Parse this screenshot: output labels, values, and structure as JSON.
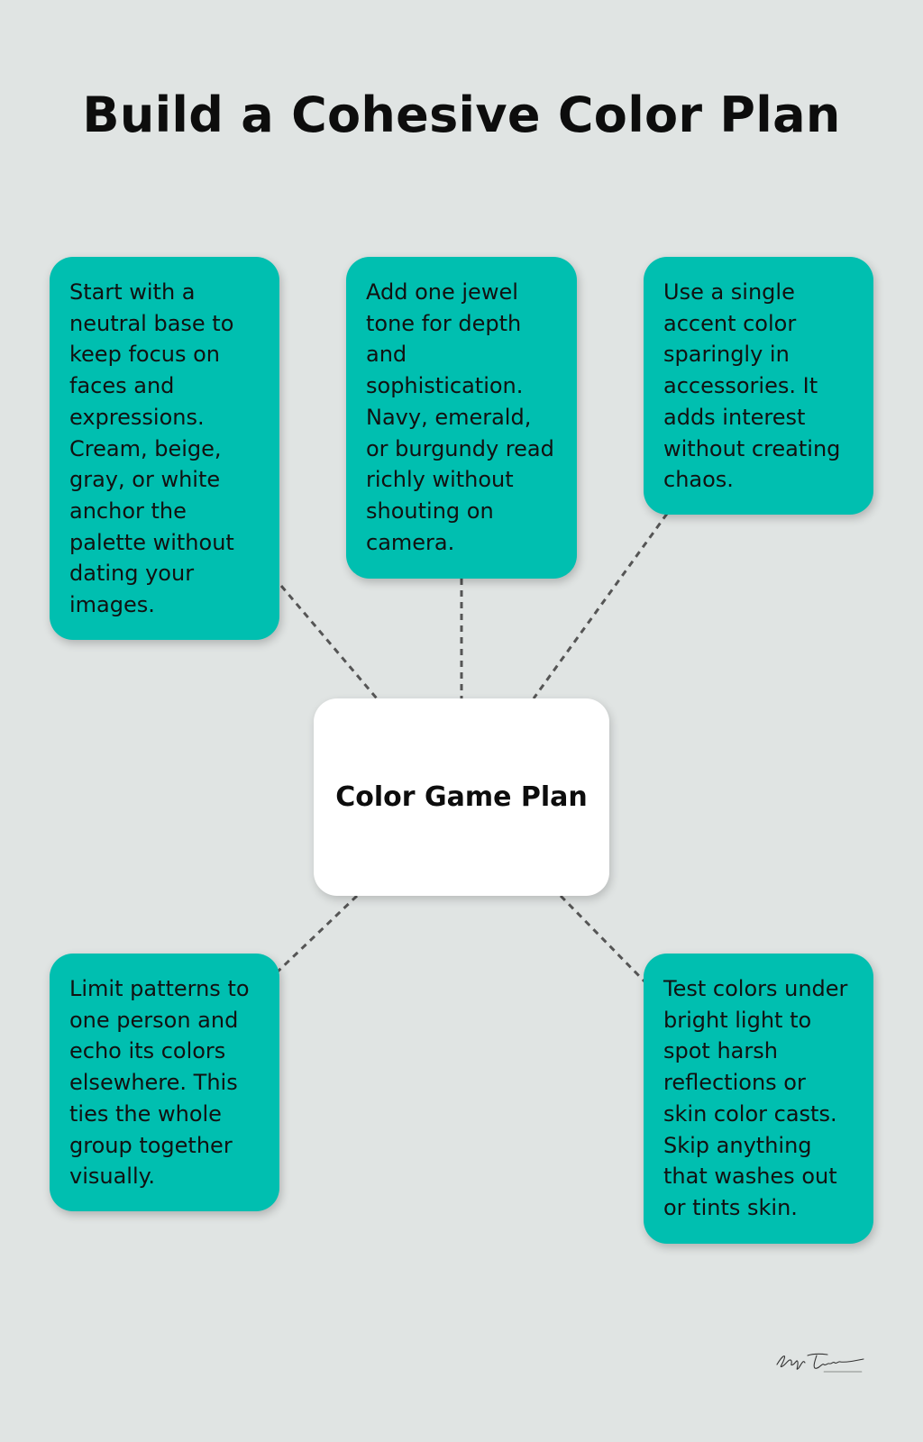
{
  "title": "Build a Cohesive Color Plan",
  "center": {
    "label": "Color Game Plan"
  },
  "cards": [
    {
      "text": "Start with a neutral base to keep focus on faces and expressions. Cream, beige, gray, or white anchor the palette without dating your images."
    },
    {
      "text": "Add one jewel tone for depth and sophistication. Navy, emerald, or burgundy read richly without shouting on camera."
    },
    {
      "text": "Use a single accent color sparingly in accessories. It adds interest without creating chaos."
    },
    {
      "text": "Limit patterns to one person and echo its colors elsewhere. This ties the whole group together visually."
    },
    {
      "text": "Test colors under bright light to spot harsh reflections or skin color casts. Skip anything that washes out or tints skin."
    }
  ],
  "colors": {
    "background": "#e0e4e3",
    "card": "#00bfb0",
    "center_card": "#ffffff",
    "connector": "#555555",
    "text": "#111111"
  },
  "logo": {
    "icon": "signature-logo-icon"
  }
}
